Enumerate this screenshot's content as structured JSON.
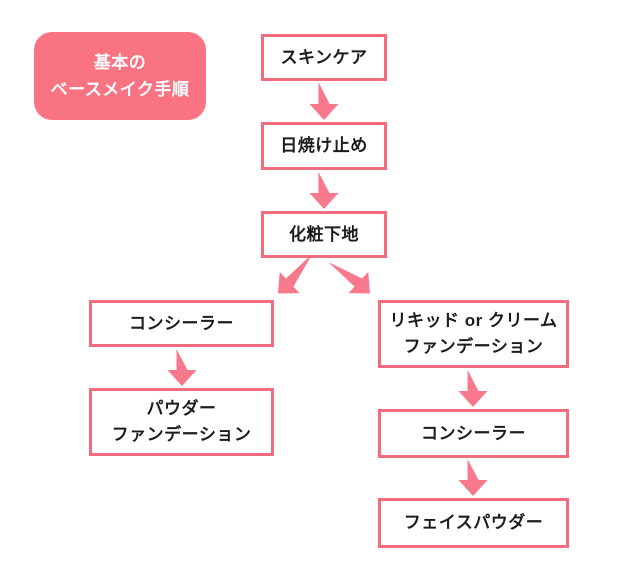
{
  "badge": {
    "line1": "基本の",
    "line2": "ベースメイク手順"
  },
  "nodes": {
    "skincare": {
      "label": "スキンケア"
    },
    "sunscreen": {
      "label": "日焼け止め"
    },
    "makeup_base": {
      "label": "化粧下地"
    },
    "concealer_left": {
      "label": "コンシーラー"
    },
    "powder_foundation": {
      "line1": "パウダー",
      "line2": "ファンデーション"
    },
    "liquid_foundation": {
      "line1": "リキッド or クリーム",
      "line2": "ファンデーション"
    },
    "concealer_right": {
      "label": "コンシーラー"
    },
    "face_powder": {
      "label": "フェイスパウダー"
    }
  },
  "colors": {
    "badge_bg": "#fa7383",
    "box_border": "#f26c7e",
    "arrow": "#f8798b",
    "text": "#1c1c1c",
    "badge_text": "#ffffff",
    "background": "#ffffff"
  }
}
